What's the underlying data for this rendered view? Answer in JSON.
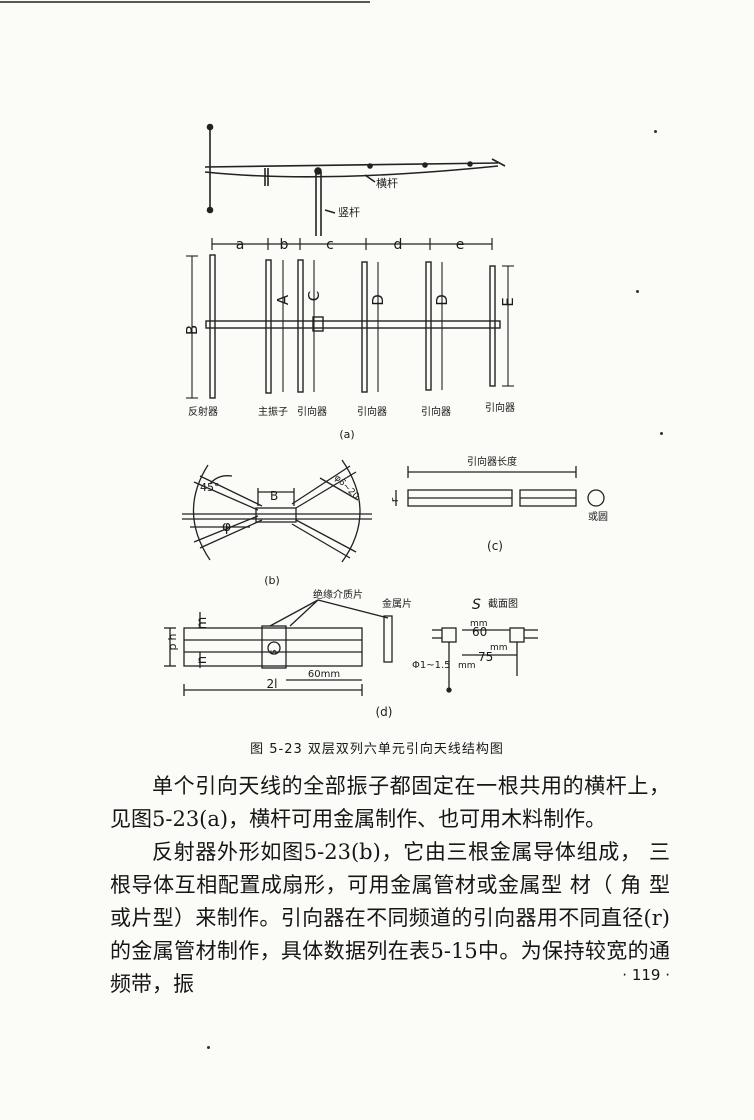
{
  "figure": {
    "labels": {
      "crossbar": "横杆",
      "mast": "竖杆",
      "dim_a": "a",
      "dim_b": "b",
      "dim_c": "c",
      "dim_d": "d",
      "dim_e": "e",
      "len_B": "B",
      "len_A": "A",
      "len_C": "C",
      "len_D1": "D",
      "len_D2": "D",
      "len_E": "E",
      "reflector": "反射器",
      "main_dipole": "主振子",
      "director1": "引向器",
      "director2": "引向器",
      "director3": "引向器",
      "director4": "引向器",
      "sub_a": "(a)",
      "angle45": "45°",
      "phi": "φ",
      "b_B": "B",
      "phi_range": "φ6~20",
      "sub_b": "(b)",
      "director_length": "引向器长度",
      "r_label": "r",
      "round_rod": "或圆",
      "sub_c": "(c)",
      "insulator": "绝缘介质片",
      "metal_plate": "金属片",
      "s_label": "S",
      "section_view": "截面图",
      "m_label": "m",
      "n_label": "n",
      "p_label": "p",
      "h_label": "h",
      "s_small": "s",
      "dim_60mm_a": "60mm",
      "dim_2l": "2l",
      "mm_1": "mm",
      "dim_60": "60",
      "mm_2": "mm",
      "dim_75": "75",
      "phi_1_15": "Φ1~1.5",
      "mm_3": "mm",
      "sub_d": "(d)"
    }
  },
  "caption": "图 5-23   双层双列六单元引向天线结构图",
  "paragraphs": [
    "单个引向天线的全部振子都固定在一根共用的横杆上，见图5-23(a)，横杆可用金属制作、也可用木料制作。",
    "反射器外形如图5-23(b)，它由三根金属导体组成， 三根导体互相配置成扇形，可用金属管材或金属型 材（ 角 型 或片型）来制作。引向器在不同频道的引向器用不同直径(r)的金属管材制作，具体数据列在表5-15中。为保持较宽的通频带，振"
  ],
  "page_number": "· 119 ·"
}
